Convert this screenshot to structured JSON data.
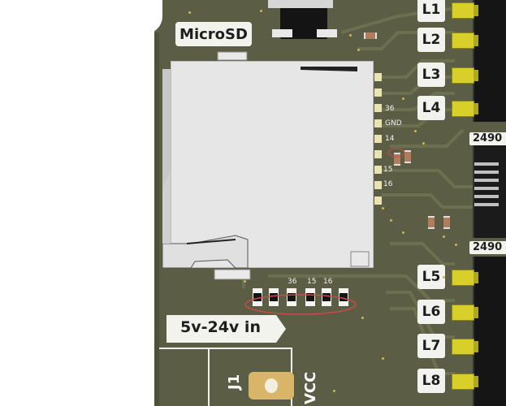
{
  "board": {
    "microsd_label": "MicroSD",
    "power_label": "5v-24v in",
    "connector_ref": "J1",
    "power_net": "VCC",
    "chip_label": "2490"
  },
  "sd_pins_right": [
    "36",
    "GND",
    "14",
    "15",
    "16"
  ],
  "sd_pins_bottom": [
    "36",
    "15",
    "16"
  ],
  "led_labels": [
    "L1",
    "L2",
    "L3",
    "L4",
    "L5",
    "L6",
    "L7",
    "L8"
  ],
  "colors": {
    "board_green": "#5b5e45",
    "trace_green": "#6b7050",
    "silk_white": "#f3f3ee",
    "led_yellow": "#d8cf2a",
    "copper_gold": "#e9e4b2",
    "annotation_red": "#e0433b"
  }
}
